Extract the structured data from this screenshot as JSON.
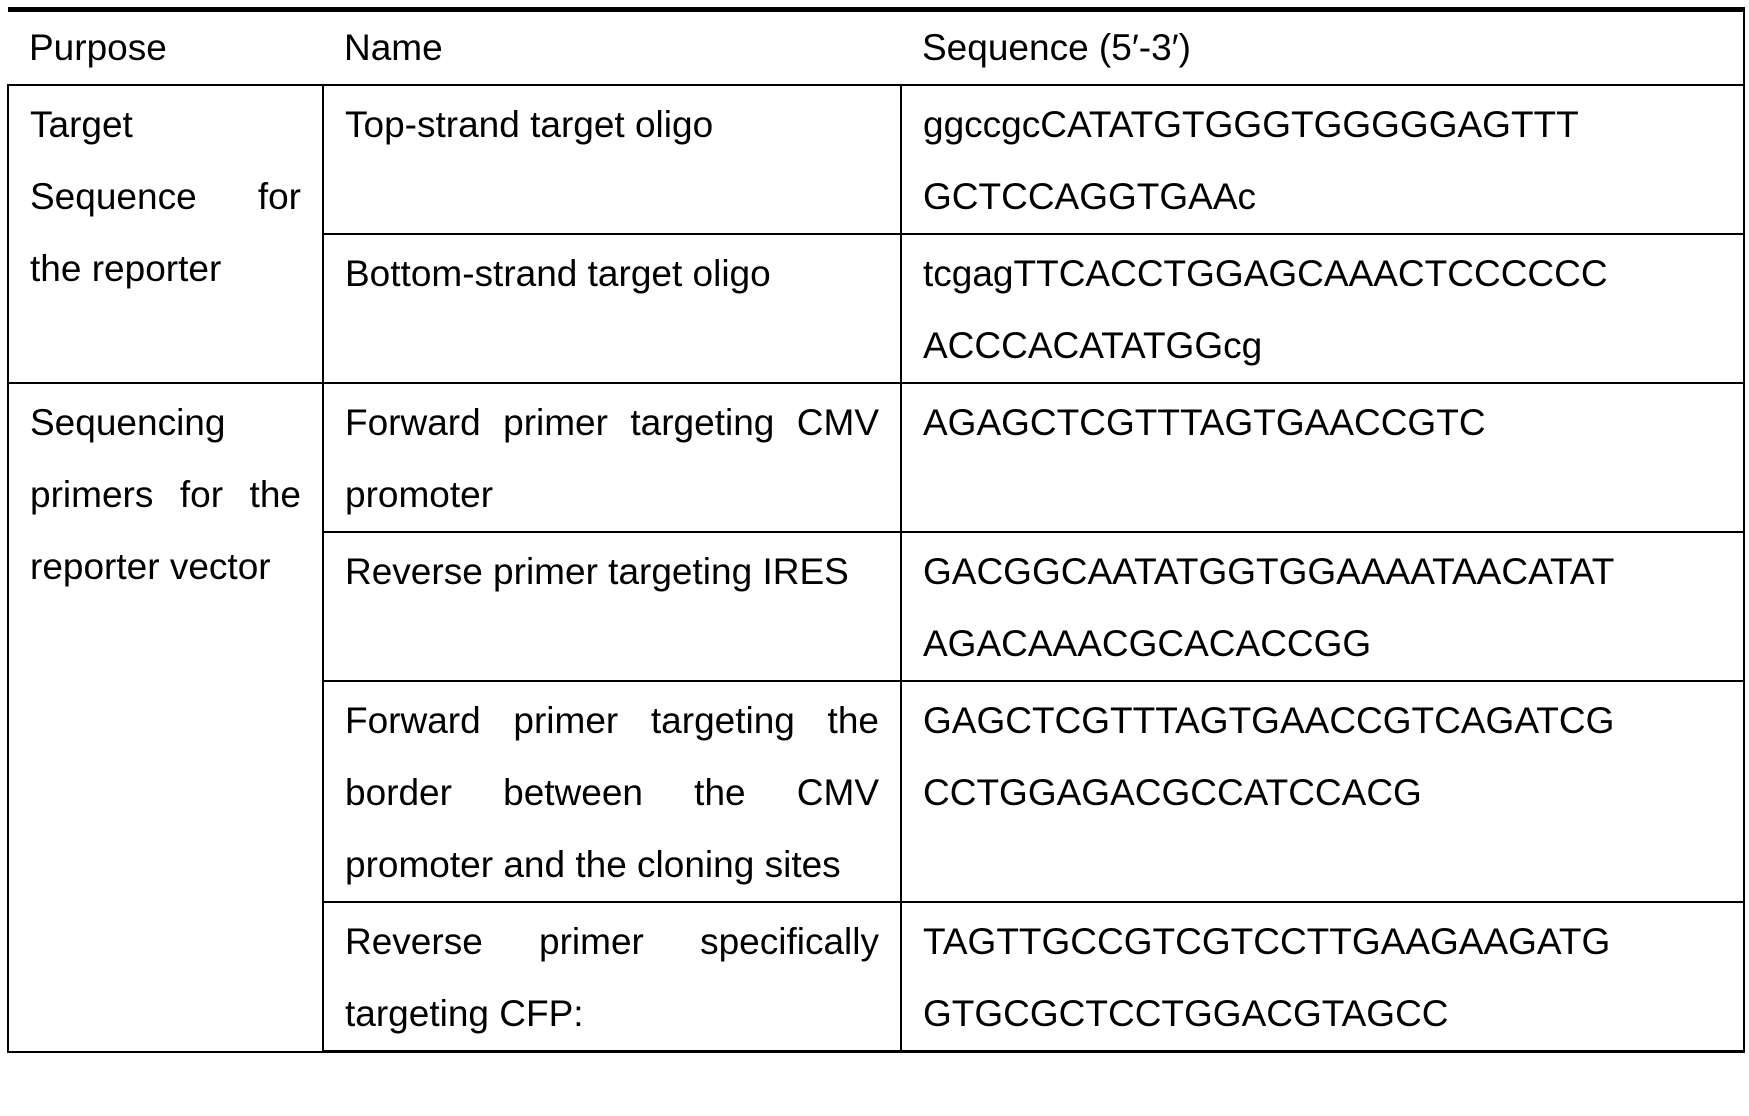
{
  "table": {
    "headers": {
      "purpose": "Purpose",
      "name": "Name",
      "sequence": "Sequence (5′-3′)"
    },
    "groups": [
      {
        "purpose": "Target Sequence for the reporter",
        "rows": [
          {
            "name": "Top-strand target oligo",
            "sequence_line1": "ggccgcCATATGTGGGTGGGGGAGTTT",
            "sequence_line2": "GCTCCAGGTGAAc"
          },
          {
            "name": "Bottom-strand target oligo",
            "sequence_line1": "tcgagTTCACCTGGAGCAAACTCCCCCC",
            "sequence_line2": "ACCCACATATGGcg"
          }
        ]
      },
      {
        "purpose": "Sequencing primers for the reporter vector",
        "rows": [
          {
            "name": "Forward primer targeting CMV promoter",
            "sequence_line1": "AGAGCTCGTTTAGTGAACCGTC",
            "sequence_line2": ""
          },
          {
            "name": "Reverse primer targeting IRES",
            "sequence_line1": "GACGGCAATATGGTGGAAAATAACATAT",
            "sequence_line2": "AGACAAACGCACACCGG"
          },
          {
            "name": "Forward primer targeting the border between the CMV promoter and the cloning sites",
            "sequence_line1": "GAGCTCGTTTAGTGAACCGTCAGATCG",
            "sequence_line2": "CCTGGAGACGCCATCCACG"
          },
          {
            "name": "Reverse primer specifically targeting CFP:",
            "sequence_line1": "TAGTTGCCGTCGTCCTTGAAGAAGATG",
            "sequence_line2": "GTGCGCTCCTGGACGTAGCC"
          }
        ]
      }
    ]
  }
}
